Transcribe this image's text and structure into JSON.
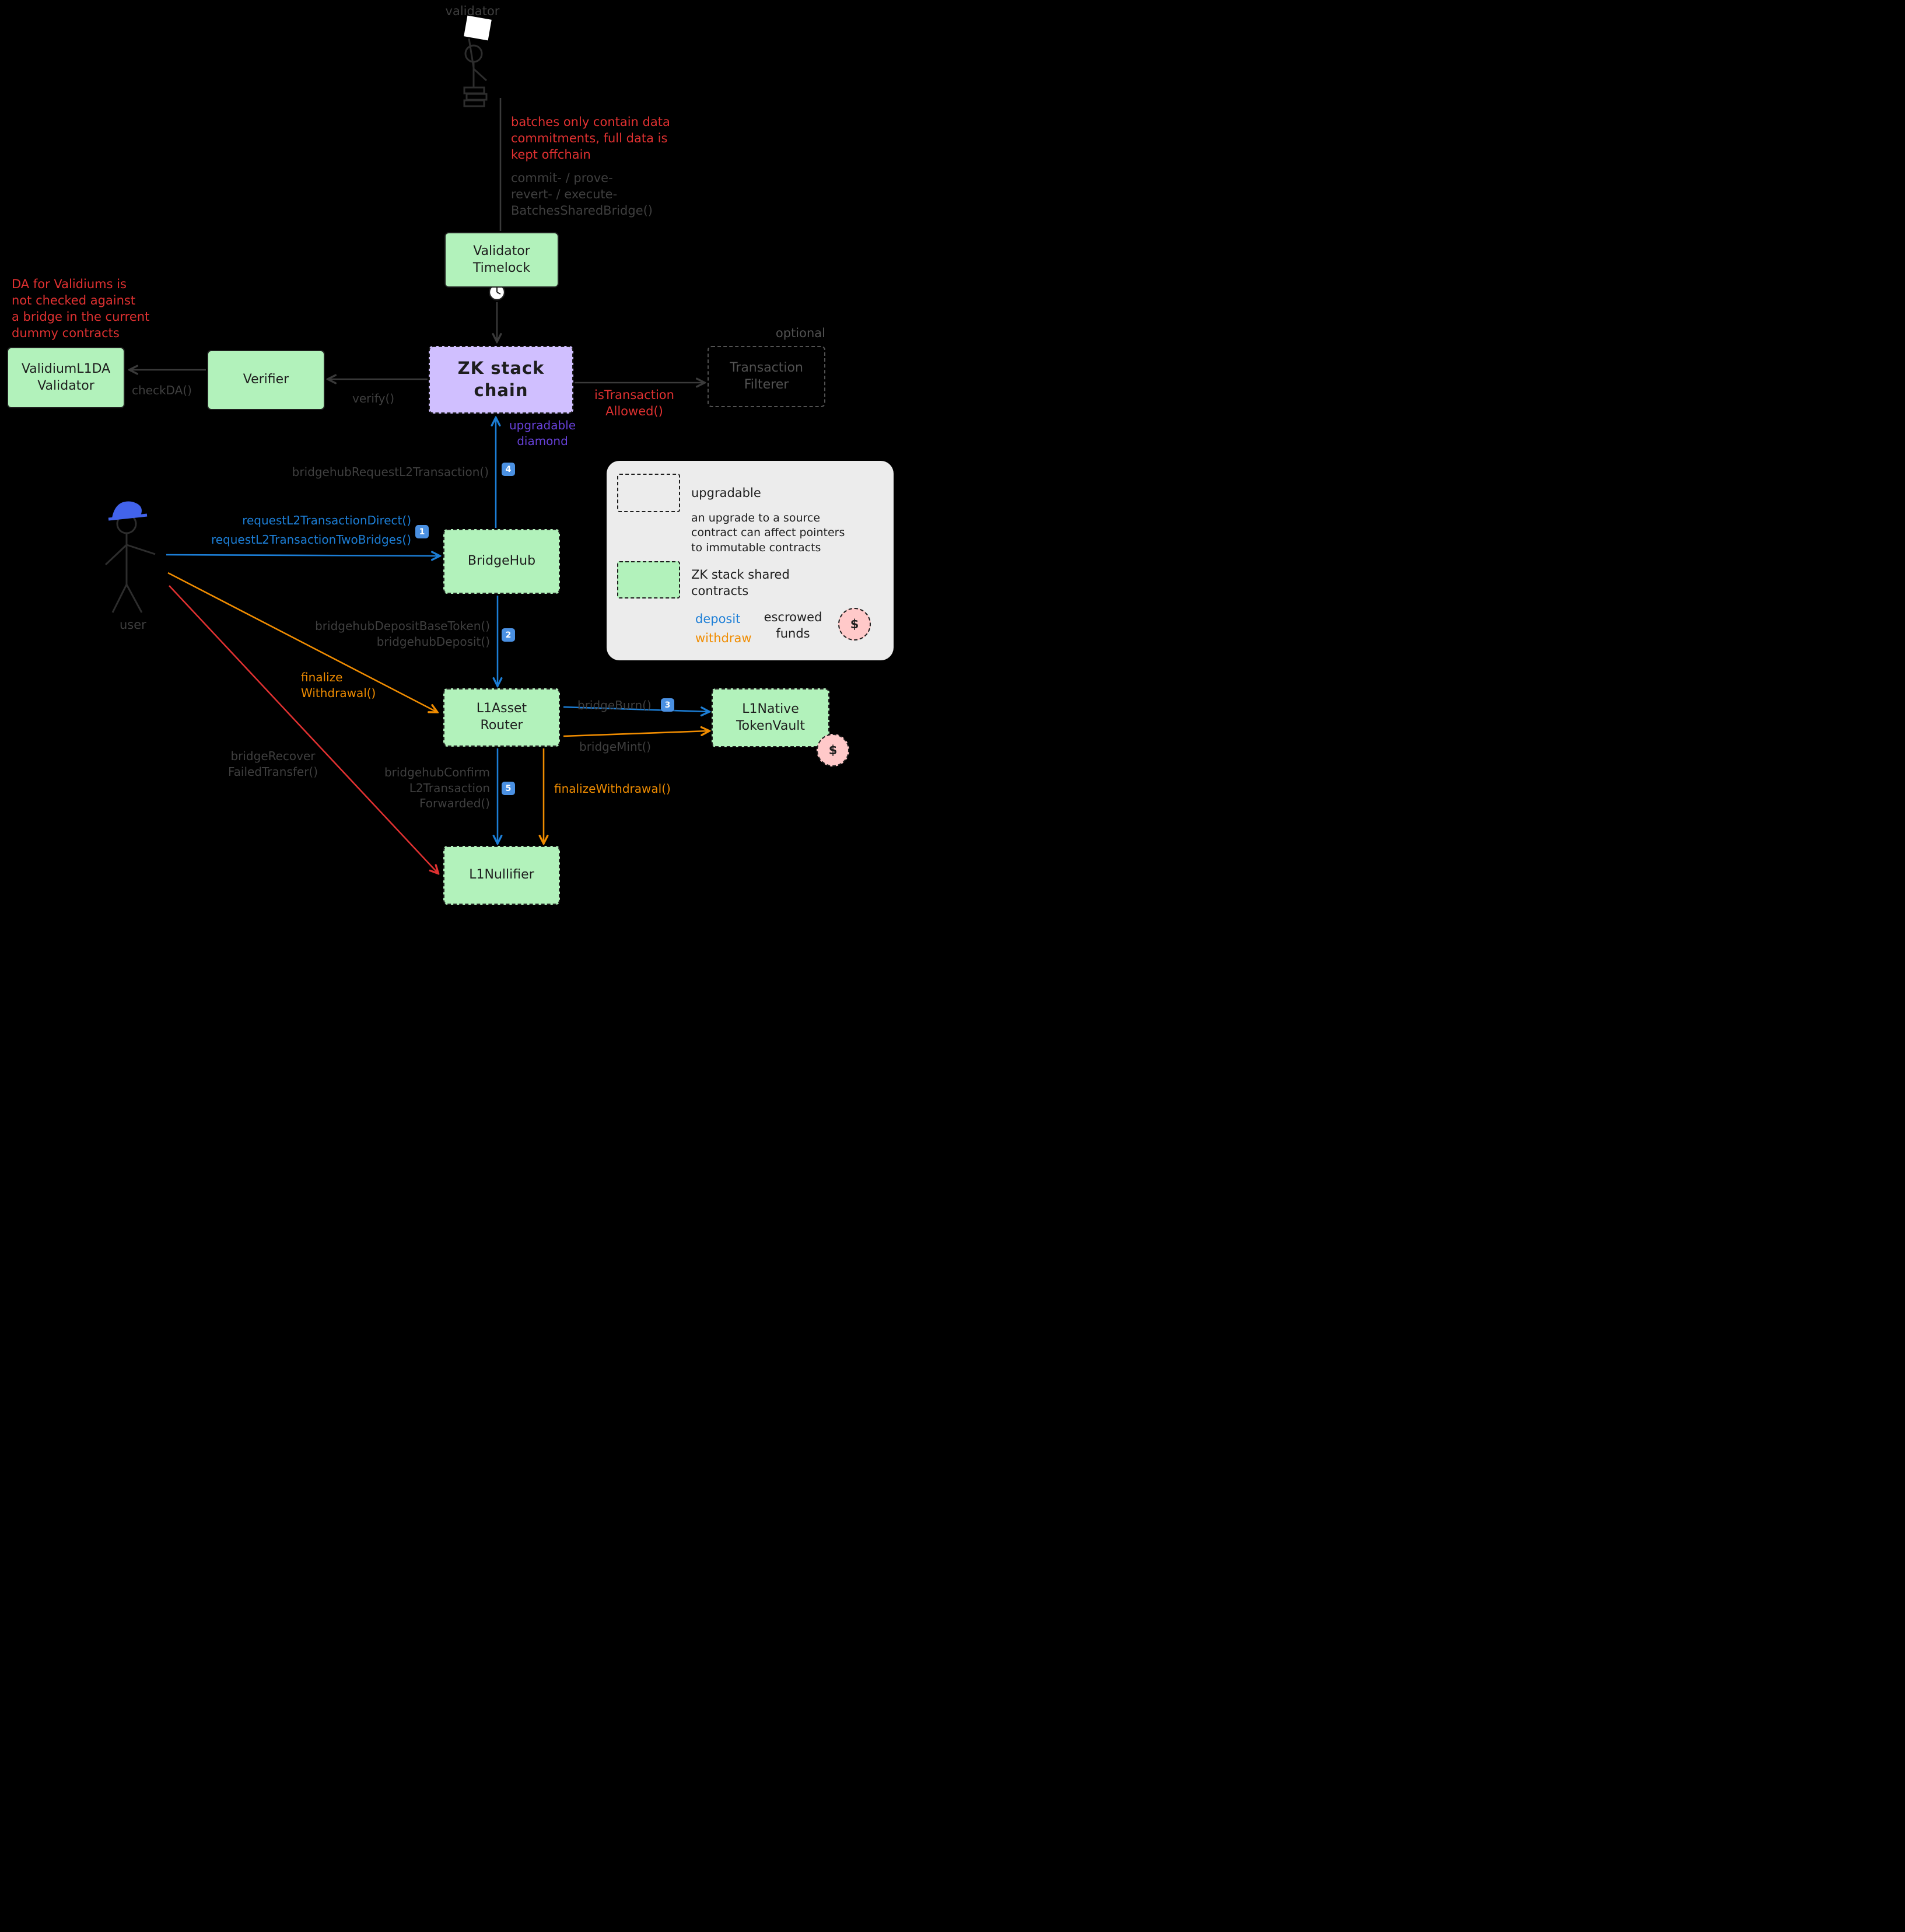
{
  "palette": {
    "background": "#000000",
    "green_box": "#b2f2bb",
    "purple_box": "#d0bfff",
    "stroke_dark": "#1e1e1e",
    "muted_gray": "#3f3f3f",
    "red": "#e03131",
    "blue": "#1c7ed6",
    "orange": "#f08c00",
    "violet": "#6741d9",
    "badge_blue": "#4a90e2",
    "legend_bg": "#ececec",
    "escrow_pink": "#ffc9c9"
  },
  "actors": {
    "validator": {
      "label": "validator"
    },
    "user": {
      "label": "user"
    }
  },
  "nodes": {
    "validator_timelock": {
      "lines": [
        "Validator",
        "Timelock"
      ]
    },
    "validium_l1da_validator": {
      "lines": [
        "ValidiumL1DA",
        "Validator"
      ]
    },
    "verifier": {
      "label": "Verifier"
    },
    "zk_stack_chain": {
      "lines": [
        "ZK stack",
        "chain"
      ]
    },
    "transaction_filterer": {
      "lines": [
        "Transaction",
        "Filterer"
      ],
      "tag": "optional"
    },
    "bridgehub": {
      "label": "BridgeHub"
    },
    "l1_asset_router": {
      "lines": [
        "L1Asset",
        "Router"
      ]
    },
    "l1_native_token_vault": {
      "lines": [
        "L1Native",
        "TokenVault"
      ]
    },
    "l1_nullifier": {
      "label": "L1Nullifier"
    }
  },
  "annotations": {
    "batches_note": {
      "lines": [
        "batches only contain data",
        "commitments, full data is",
        "kept offchain"
      ]
    },
    "validator_calls": {
      "lines": [
        "commit- / prove-",
        "revert- / execute-",
        "BatchesSharedBridge()"
      ]
    },
    "da_note": {
      "lines": [
        "DA for Validiums is",
        "not checked against",
        "a bridge in the current",
        "dummy contracts"
      ]
    },
    "upgradable_diamond": {
      "lines": [
        "upgradable",
        "diamond"
      ]
    }
  },
  "edges": {
    "check_da": "checkDA()",
    "verify": "verify()",
    "is_transaction_allowed": {
      "lines": [
        "isTransaction",
        "Allowed()"
      ]
    },
    "bridgehub_request_l2_transaction": "bridgehubRequestL2Transaction()",
    "request_l2_transaction_direct": "requestL2TransactionDirect()",
    "request_l2_transaction_two_bridges": "requestL2TransactionTwoBridges()",
    "bridgehub_deposit": {
      "lines": [
        "bridgehubDepositBaseToken()",
        "bridgehubDeposit()"
      ]
    },
    "finalize_withdrawal_user": {
      "lines": [
        "finalize",
        "Withdrawal()"
      ]
    },
    "bridge_recover_failed_transfer": {
      "lines": [
        "bridgeRecover",
        "FailedTransfer()"
      ]
    },
    "bridge_burn": "bridgeBurn()",
    "bridge_mint": "bridgeMint()",
    "bridgehub_confirm": {
      "lines": [
        "bridgehubConfirm",
        "L2Transaction",
        "Forwarded()"
      ]
    },
    "finalize_withdrawal": "finalizeWithdrawal()"
  },
  "badges": {
    "step1": "1",
    "step2": "2",
    "step3": "3",
    "step4": "4",
    "step5": "5"
  },
  "legend": {
    "upgradable_label": "upgradable",
    "upgrade_note": {
      "lines": [
        "an upgrade to a source",
        "contract can affect pointers",
        "to immutable contracts"
      ]
    },
    "shared_contracts": {
      "lines": [
        "ZK stack shared",
        "contracts"
      ]
    },
    "deposit_label": "deposit",
    "withdraw_label": "withdraw",
    "escrowed_funds": {
      "lines": [
        "escrowed",
        "funds"
      ]
    },
    "dollar": "$"
  }
}
